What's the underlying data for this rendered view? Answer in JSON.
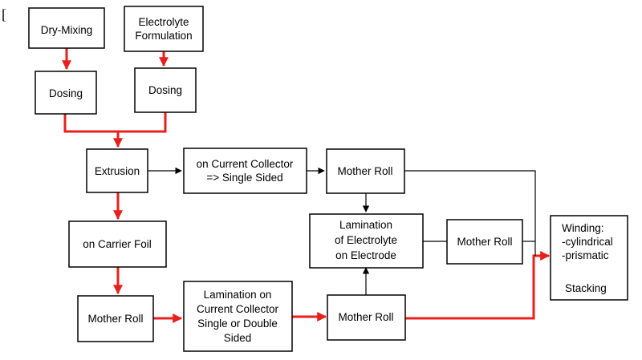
{
  "corner_mark": "[",
  "colors": {
    "flow_red": "#e8201d",
    "flow_black": "#000000",
    "box_border": "#000000"
  },
  "boxes": {
    "dry_mixing": [
      "Dry-Mixing"
    ],
    "electrolyte_formulation": [
      "Electrolyte",
      "Formulation"
    ],
    "dosing_left": [
      "Dosing"
    ],
    "dosing_right": [
      "Dosing"
    ],
    "extrusion": [
      "Extrusion"
    ],
    "on_current_collector": [
      "on Current Collector",
      "=> Single Sided"
    ],
    "mother_roll_top": [
      "Mother Roll"
    ],
    "lamination_electrolyte": [
      "Lamination",
      "of Electrolyte",
      "on Electrode"
    ],
    "mother_roll_mid": [
      "Mother Roll"
    ],
    "on_carrier_foil": [
      "on Carrier Foil"
    ],
    "winding": [
      "Winding:",
      "-cylindrical",
      "-prismatic",
      "",
      "Stacking"
    ],
    "mother_roll_bottom_left": [
      "Mother Roll"
    ],
    "lamination_current_collector": [
      "Lamination on",
      "Current Collector",
      "Single or Double",
      "Sided"
    ],
    "mother_roll_bottom_right": [
      "Mother Roll"
    ]
  }
}
